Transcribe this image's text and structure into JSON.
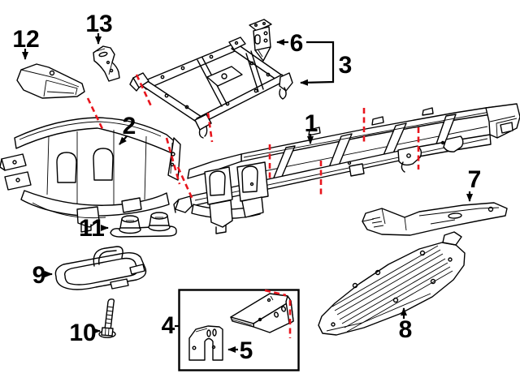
{
  "diagram": {
    "background_color": "#ffffff",
    "artwork_color": "#000000",
    "cut_mark_color": "#e8151d",
    "labels": {
      "c1": "1",
      "c2": "2",
      "c3": "3",
      "c4": "4",
      "c5": "5",
      "c6": "6",
      "c7": "7",
      "c8": "8",
      "c9": "9",
      "c10": "10",
      "c11": "11",
      "c12": "12",
      "c13": "13"
    }
  }
}
